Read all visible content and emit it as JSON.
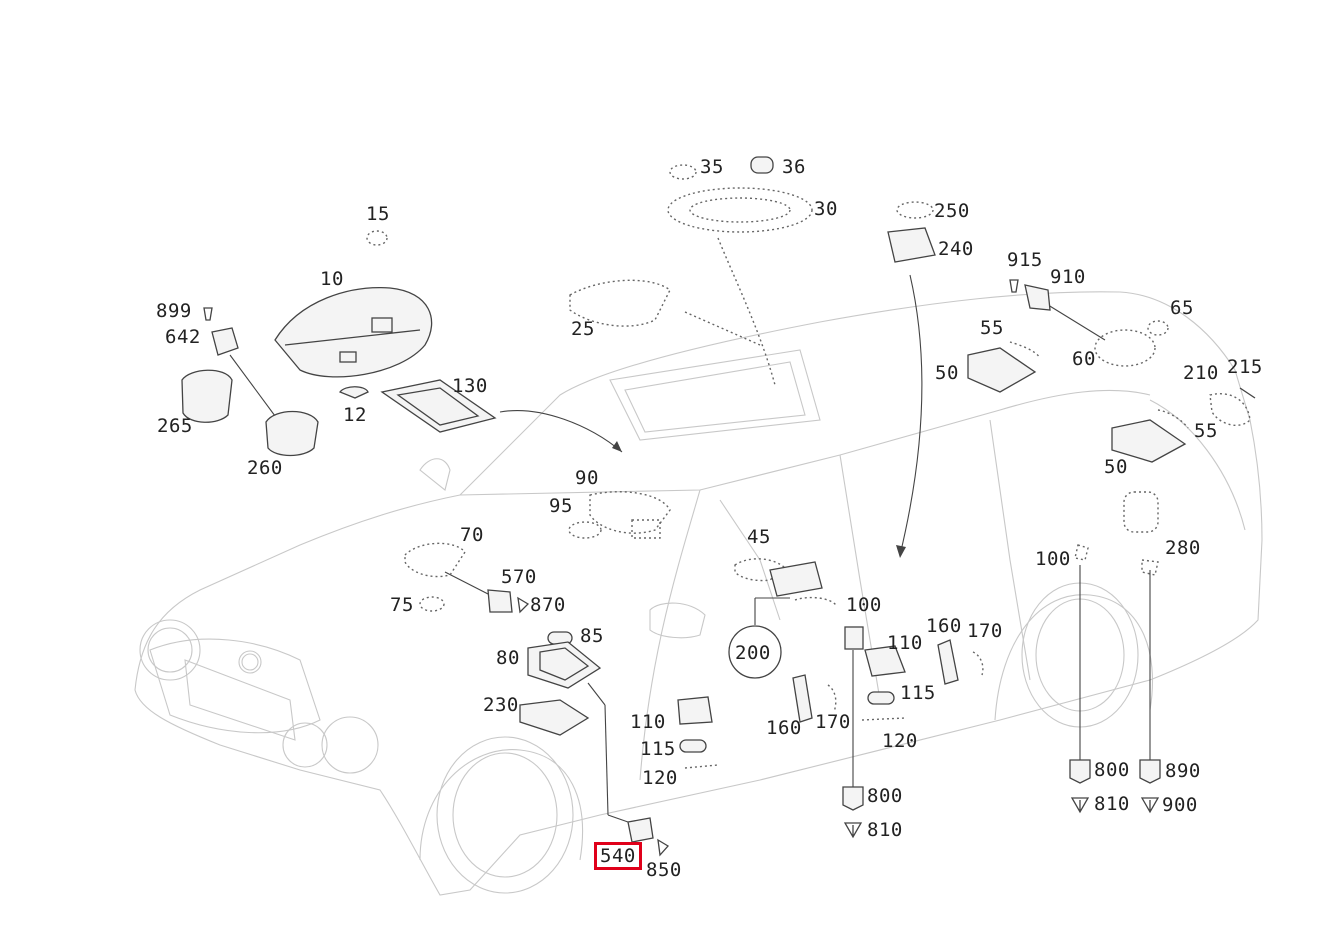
{
  "highlight_color": "#e0001a",
  "highlighted_part": "540",
  "callouts": [
    {
      "id": "c35",
      "text": "35"
    },
    {
      "id": "c36",
      "text": "36"
    },
    {
      "id": "c30",
      "text": "30"
    },
    {
      "id": "c15",
      "text": "15"
    },
    {
      "id": "c250",
      "text": "250"
    },
    {
      "id": "c240",
      "text": "240"
    },
    {
      "id": "c10",
      "text": "10"
    },
    {
      "id": "c899",
      "text": "899"
    },
    {
      "id": "c642",
      "text": "642"
    },
    {
      "id": "c25",
      "text": "25"
    },
    {
      "id": "c915",
      "text": "915"
    },
    {
      "id": "c910",
      "text": "910"
    },
    {
      "id": "c65",
      "text": "65"
    },
    {
      "id": "c55a",
      "text": "55"
    },
    {
      "id": "c60",
      "text": "60"
    },
    {
      "id": "c50a",
      "text": "50"
    },
    {
      "id": "c130",
      "text": "130"
    },
    {
      "id": "c12",
      "text": "12"
    },
    {
      "id": "c265",
      "text": "265"
    },
    {
      "id": "c210",
      "text": "210"
    },
    {
      "id": "c215",
      "text": "215"
    },
    {
      "id": "c55b",
      "text": "55"
    },
    {
      "id": "c260",
      "text": "260"
    },
    {
      "id": "c50b",
      "text": "50"
    },
    {
      "id": "c90",
      "text": "90"
    },
    {
      "id": "c95",
      "text": "95"
    },
    {
      "id": "c70",
      "text": "70"
    },
    {
      "id": "c45",
      "text": "45"
    },
    {
      "id": "c100a",
      "text": "100"
    },
    {
      "id": "c280",
      "text": "280"
    },
    {
      "id": "c570",
      "text": "570"
    },
    {
      "id": "c75",
      "text": "75"
    },
    {
      "id": "c870",
      "text": "870"
    },
    {
      "id": "c100b",
      "text": "100"
    },
    {
      "id": "c85",
      "text": "85"
    },
    {
      "id": "c160a",
      "text": "160"
    },
    {
      "id": "c110a",
      "text": "110"
    },
    {
      "id": "c170a",
      "text": "170"
    },
    {
      "id": "c200",
      "text": "200"
    },
    {
      "id": "c80",
      "text": "80"
    },
    {
      "id": "c115a",
      "text": "115"
    },
    {
      "id": "c230",
      "text": "230"
    },
    {
      "id": "c110b",
      "text": "110"
    },
    {
      "id": "c160b",
      "text": "160"
    },
    {
      "id": "c170b",
      "text": "170"
    },
    {
      "id": "c120a",
      "text": "120"
    },
    {
      "id": "c115b",
      "text": "115"
    },
    {
      "id": "c120b",
      "text": "120"
    },
    {
      "id": "c800a",
      "text": "800"
    },
    {
      "id": "c890",
      "text": "890"
    },
    {
      "id": "c800b",
      "text": "800"
    },
    {
      "id": "c810a",
      "text": "810"
    },
    {
      "id": "c900",
      "text": "900"
    },
    {
      "id": "c810b",
      "text": "810"
    },
    {
      "id": "c540",
      "text": "540"
    },
    {
      "id": "c850",
      "text": "850"
    }
  ]
}
